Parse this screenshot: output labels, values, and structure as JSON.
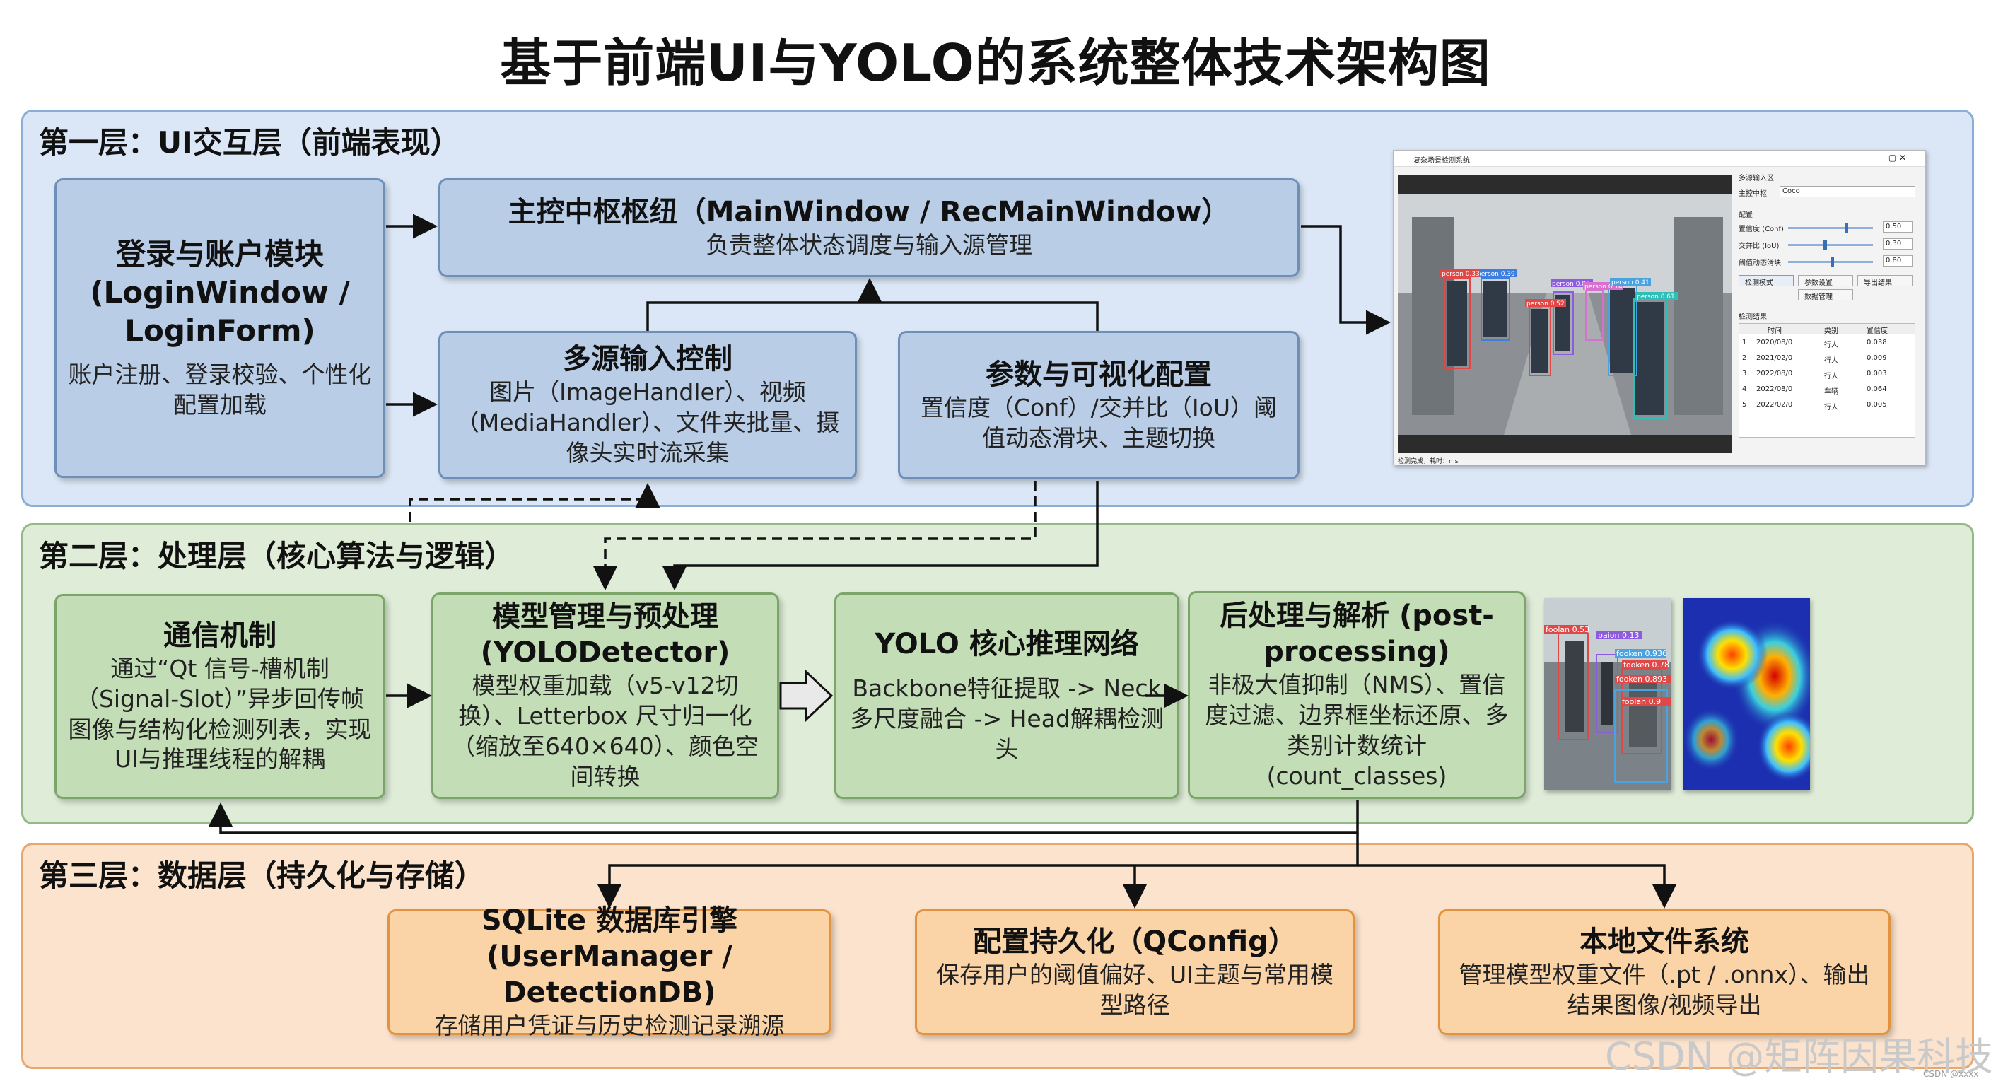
{
  "title": "基于前端UI与YOLO的系统整体技术架构图",
  "layers": {
    "l1": "第一层：UI交互层（前端表现）",
    "l2": "第二层：处理层（核心算法与逻辑）",
    "l3": "第三层：数据层（持久化与存储）"
  },
  "boxes": {
    "login": {
      "title": "登录与账户模块 (LoginWindow / LoginForm)",
      "desc": "账户注册、登录校验、个性化配置加载"
    },
    "main": {
      "title": "主控中枢枢纽（MainWindow / RecMainWindow）",
      "desc": "负责整体状态调度与输入源管理"
    },
    "input": {
      "title": "多源输入控制",
      "desc": "图片（ImageHandler）、视频（MediaHandler）、文件夹批量、摄像头实时流采集"
    },
    "param": {
      "title": "参数与可视化配置",
      "desc": "置信度（Conf）/交并比（IoU）阈值动态滑块、主题切换"
    },
    "comm": {
      "title": "通信机制",
      "desc": "通过“Qt 信号-槽机制（Signal-Slot）”异步回传帧图像与结构化检测列表，实现UI与推理线程的解耦"
    },
    "model": {
      "title": "模型管理与预处理 (YOLODetector)",
      "desc": "模型权重加载（v5-v12切换）、Letterbox 尺寸归一化（缩放至640×640）、颜色空间转换"
    },
    "yolo": {
      "title": "YOLO 核心推理网络",
      "desc": "Backbone特征提取 -> Neck多尺度融合 -> Head解耦检测头"
    },
    "post": {
      "title": "后处理与解析 (post-processing)",
      "desc": "非极大值抑制（NMS）、置信度过滤、边界框坐标还原、多类别计数统计 (count_classes)"
    },
    "sqlite": {
      "title": "SQLite 数据库引擎 (UserManager / DetectionDB)",
      "desc": "存储用户凭证与历史检测记录溯源"
    },
    "config": {
      "title": "配置持久化（QConfig）",
      "desc": "保存用户的阈值偏好、UI主题与常用模型路径"
    },
    "fs": {
      "title": "本地文件系统",
      "desc": "管理模型权重文件（.pt / .onnx）、输出结果图像/视频导出"
    }
  },
  "screenshot": {
    "window_title": "复杂场景检测系统",
    "panel_title": "多源输入区",
    "model_label": "主控中枢",
    "model_value": "Coco",
    "config_title": "配置",
    "conf_label": "置信度 (Conf)",
    "conf_value": "0.50",
    "iou_label": "交并比 (IoU)",
    "iou_value": "0.30",
    "thresh_label": "阈值动态滑块",
    "thresh_value": "0.80",
    "buttons": [
      "检测模式",
      "参数设置",
      "导出结果",
      "数据管理"
    ],
    "table_title": "检测结果",
    "table_headers": [
      "",
      "时间",
      "类别",
      "置信度"
    ],
    "table_rows": [
      [
        "1",
        "2020/08/0",
        "行人",
        "0.038"
      ],
      [
        "2",
        "2021/02/0",
        "行人",
        "0.009"
      ],
      [
        "3",
        "2022/08/0",
        "行人",
        "0.003"
      ],
      [
        "4",
        "2022/08/0",
        "车辆",
        "0.064"
      ],
      [
        "5",
        "2022/02/0",
        "行人",
        "0.005"
      ]
    ],
    "status": "检测完成，耗时：ms",
    "det_labels": [
      "person 0.85",
      "person 0.39",
      "person 0.52",
      "person 0.14",
      "person 0.41",
      "person 0.61",
      "person 0.33"
    ]
  },
  "photo_labels": [
    "foolan 0.53",
    "paion 0.13",
    "fooken 0.936",
    "fooken 0.78",
    "fooken 0.893",
    "foolan 0.9"
  ],
  "watermark": "CSDN @矩阵因果科技",
  "watermark_small": "CSDN @xxxx"
}
